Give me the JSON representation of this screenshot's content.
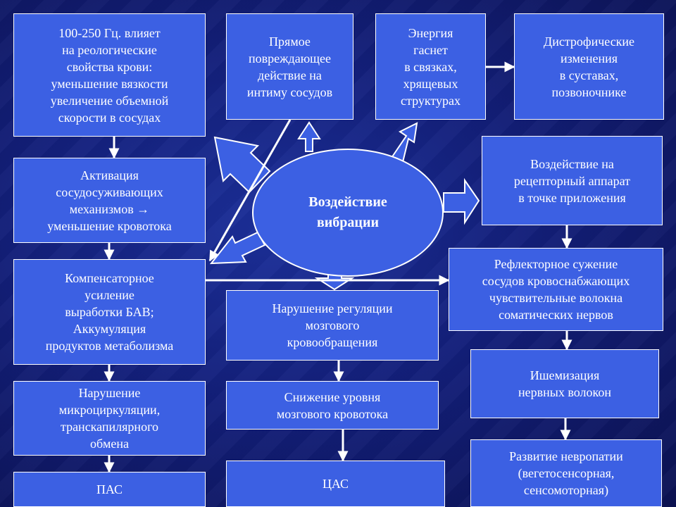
{
  "center": {
    "label": "Воздействие\nвибрации"
  },
  "left_column": {
    "rheology": "100-250 Гц. влияет\nна реологические\nсвойства крови:\nуменьшение вязкости\nувеличение объемной\nскорости в сосудах",
    "activation": "Активация\nсосудосуживающих\nмеханизмов →\nуменьшение кровотока",
    "compensatory": "Компенсаторное\nусиление\nвыработки БАВ;\nАккумуляция\nпродуктов метаболизма",
    "microcirculation": "Нарушение\nмикроциркуляции,\nтранскапилярного\nобмена",
    "pas": "ПАС"
  },
  "top_row": {
    "intima": "Прямое\nповреждающее\nдействие на\nинтиму сосудов",
    "energy": "Энергия\nгаснет\nв связках,\nхрящевых\nструктурах",
    "dystrophic": "Дистрофические\nизменения\nв суставах,\nпозвоночнике"
  },
  "middle_column": {
    "regulation": "Нарушение регуляции\nмозгового\nкровообращения",
    "decrease": "Снижение уровня\nмозгового кровотока",
    "cas": "ЦАС"
  },
  "right_column": {
    "receptor": "Воздействие на\nрецепторный аппарат\nв точке приложения",
    "reflex": "Рефлекторное сужение\nсосудов кровоснабжающих\nчувствительные волокна\nсоматических нервов",
    "ischemia": "Ишемизация\nнервных волокон",
    "neuropathy": "Развитие невропатии\n(вегетосенсорная,\nсенсомоторная)"
  }
}
